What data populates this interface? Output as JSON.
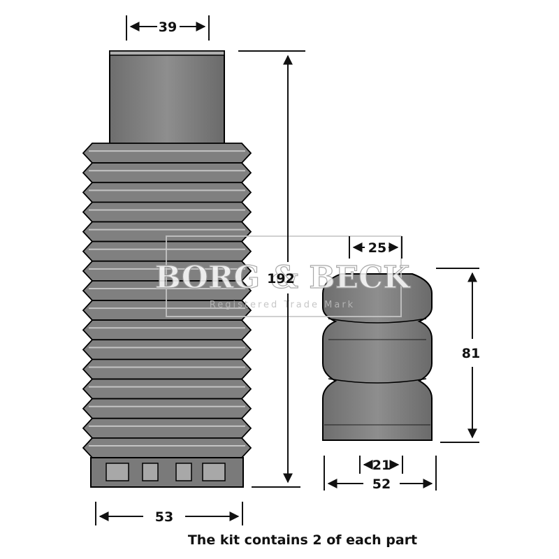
{
  "watermark": {
    "brand": "BORG & BECK",
    "subtitle": "Registered Trade Mark"
  },
  "dimensions": {
    "dust_cover_top_diameter": "39",
    "dust_cover_length": "192",
    "dust_cover_base_diameter": "53",
    "bump_stop_top_diameter": "25",
    "bump_stop_height": "81",
    "bump_stop_bore_diameter": "21",
    "bump_stop_outer_diameter": "52"
  },
  "caption": "The kit contains 2 of each part",
  "colors": {
    "part_fill": "#8a8a8a",
    "part_highlight": "#b5b5b5",
    "part_shadow": "#585858",
    "line": "#000000"
  }
}
